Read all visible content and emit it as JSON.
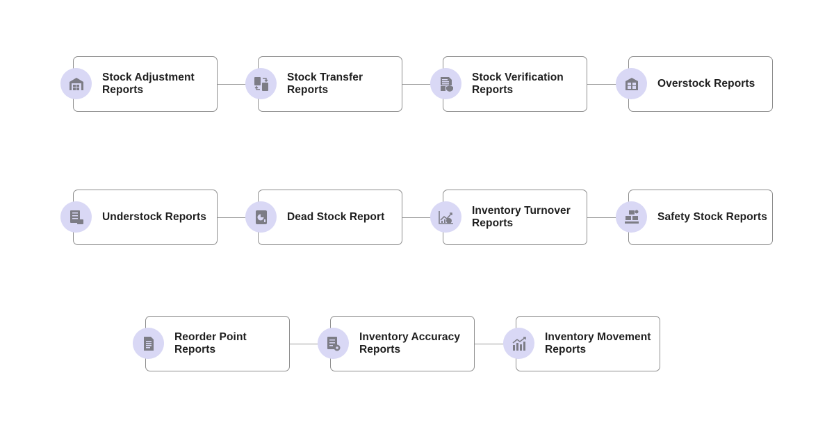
{
  "diagram": {
    "colors": {
      "icon_circle_bg": "#d9d8f5",
      "icon_fill": "#7c7c85",
      "card_border": "#8c8c8c",
      "connector": "#9a9a9a"
    },
    "rows": [
      {
        "items": [
          {
            "id": "stock-adjustment",
            "label": "Stock Adjustment\nReports",
            "icon": "warehouse-icon"
          },
          {
            "id": "stock-transfer",
            "label": "Stock Transfer\nReports",
            "icon": "transfer-documents-icon"
          },
          {
            "id": "stock-verification",
            "label": "Stock Verification\nReports",
            "icon": "verified-document-icon"
          },
          {
            "id": "overstock",
            "label": "Overstock Reports",
            "icon": "stacked-boxes-icon"
          }
        ]
      },
      {
        "items": [
          {
            "id": "understock",
            "label": "Understock Reports",
            "icon": "list-box-icon"
          },
          {
            "id": "dead-stock",
            "label": "Dead Stock Report",
            "icon": "pie-report-icon"
          },
          {
            "id": "inventory-turnover",
            "label": "Inventory Turnover\nReports",
            "icon": "turnover-chart-icon"
          },
          {
            "id": "safety-stock",
            "label": "Safety Stock Reports",
            "icon": "pallet-boxes-icon"
          }
        ]
      },
      {
        "items": [
          {
            "id": "reorder-point",
            "label": "Reorder Point\nReports",
            "icon": "document-icon"
          },
          {
            "id": "inventory-accuracy",
            "label": "Inventory Accuracy\nReports",
            "icon": "checklist-gear-icon"
          },
          {
            "id": "inventory-movement",
            "label": "Inventory Movement\nReports",
            "icon": "bar-trend-icon"
          }
        ]
      }
    ]
  }
}
